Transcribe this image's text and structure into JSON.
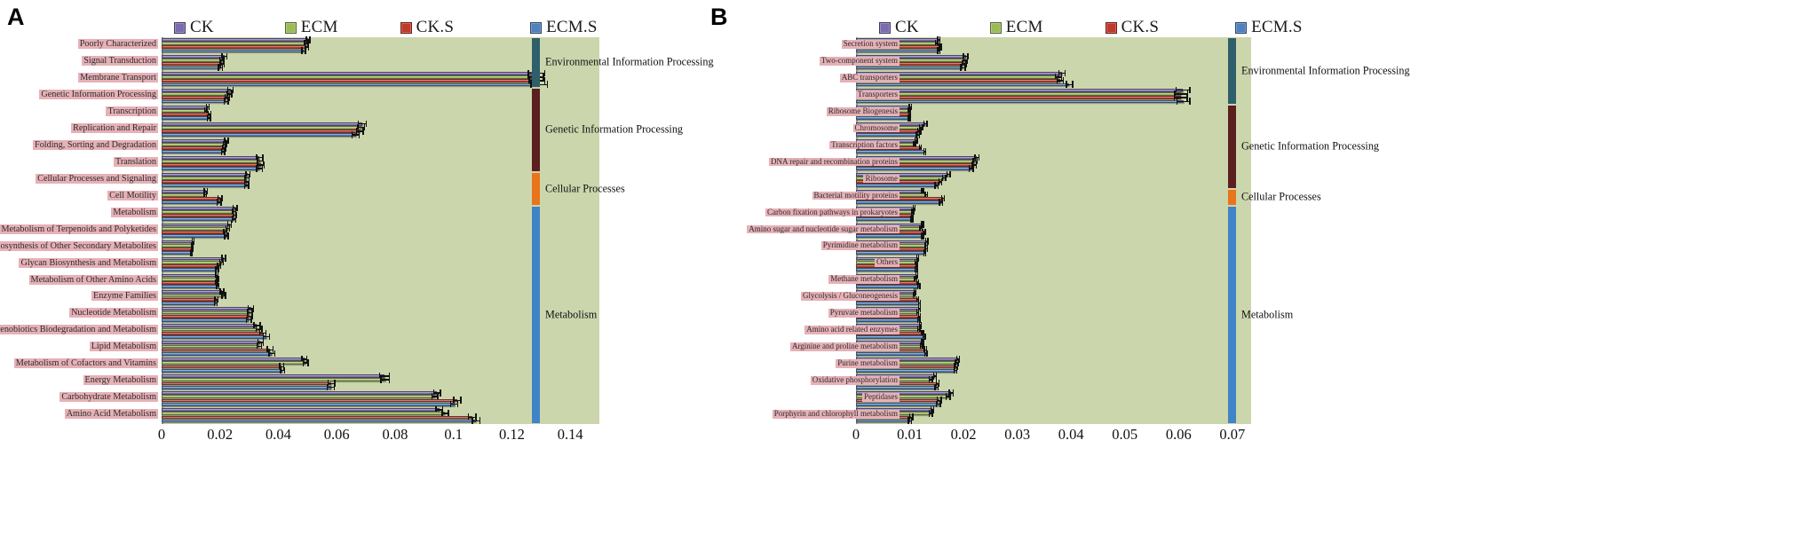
{
  "figure": {
    "panels": [
      {
        "letter": "A",
        "legend": [
          {
            "label": "CK",
            "color": "#7b6cae"
          },
          {
            "label": "ECM",
            "color": "#9bbb59"
          },
          {
            "label": "CK.S",
            "color": "#c0392b"
          },
          {
            "label": "ECM.S",
            "color": "#4f81bd"
          }
        ],
        "chart_data": {
          "type": "bar",
          "orientation": "horizontal",
          "title": "",
          "xlabel": "",
          "ylabel": "",
          "xlim": [
            0,
            0.15
          ],
          "xticks": [
            0,
            0.02,
            0.04,
            0.06,
            0.08,
            0.1,
            0.12,
            0.14
          ],
          "xtick_labels": [
            "0",
            "0.02",
            "0.04",
            "0.06",
            "0.08",
            "0.1",
            "0.12",
            "0.14"
          ],
          "grid": false,
          "legend_position": "top",
          "categories": [
            "Poorly Characterized",
            "Signal Transduction",
            "Membrane Transport",
            "Genetic Information Processing",
            "Transcription",
            "Replication and Repair",
            "Folding, Sorting and Degradation",
            "Translation",
            "Cellular Processes and Signaling",
            "Cell Motility",
            "Metabolism",
            "Metabolism of Terpenoids and Polyketides",
            "Biosynthesis of Other Secondary Metabolites",
            "Glycan Biosynthesis and Metabolism",
            "Metabolism of Other Amino Acids",
            "Enzyme Families",
            "Nucleotide Metabolism",
            "Xenobiotics Biodegradation and Metabolism",
            "Lipid Metabolism",
            "Metabolism of Cofactors and Vitamins",
            "Energy Metabolism",
            "Carbohydrate Metabolism",
            "Amino Acid Metabolism"
          ],
          "series": [
            {
              "name": "CK",
              "color": "#7b6cae",
              "values": [
                0.0502,
                0.0215,
                0.1285,
                0.0236,
                0.0158,
                0.0688,
                0.0222,
                0.0336,
                0.0296,
                0.0151,
                0.0252,
                0.0233,
                0.0108,
                0.0213,
                0.0189,
                0.0207,
                0.0306,
                0.0327,
                0.0339,
                0.0489,
                0.0764,
                0.0944,
                0.0952
              ],
              "errors": [
                0.0008,
                0.001,
                0.003,
                0.0011,
                0.0007,
                0.0016,
                0.0008,
                0.0013,
                0.0009,
                0.0007,
                0.0009,
                0.0008,
                0.0005,
                0.0008,
                0.0006,
                0.0008,
                0.0011,
                0.0013,
                0.0011,
                0.001,
                0.0019,
                0.0013,
                0.0014
              ]
            },
            {
              "name": "ECM",
              "color": "#9bbb59",
              "values": [
                0.0496,
                0.0206,
                0.1282,
                0.0233,
                0.0151,
                0.0684,
                0.0217,
                0.0338,
                0.0293,
                0.015,
                0.0249,
                0.0227,
                0.0106,
                0.0206,
                0.0192,
                0.0213,
                0.0303,
                0.0334,
                0.0335,
                0.0494,
                0.0766,
                0.0936,
                0.0972
              ],
              "errors": [
                0.0008,
                0.0009,
                0.0028,
                0.001,
                0.0006,
                0.0014,
                0.0007,
                0.0012,
                0.0009,
                0.0006,
                0.0008,
                0.0008,
                0.0005,
                0.0008,
                0.0006,
                0.0008,
                0.001,
                0.0012,
                0.001,
                0.001,
                0.0017,
                0.0012,
                0.0013
              ]
            },
            {
              "name": "CK.S",
              "color": "#c0392b",
              "values": [
                0.0497,
                0.0208,
                0.1286,
                0.0225,
                0.0164,
                0.0679,
                0.0214,
                0.034,
                0.0292,
                0.02,
                0.025,
                0.0218,
                0.0104,
                0.0197,
                0.0189,
                0.0188,
                0.0302,
                0.0347,
                0.0372,
                0.0412,
                0.0582,
                0.1013,
                0.1064
              ],
              "errors": [
                0.0008,
                0.0009,
                0.0029,
                0.0009,
                0.0007,
                0.0014,
                0.0007,
                0.0013,
                0.0009,
                0.0009,
                0.0008,
                0.0007,
                0.0005,
                0.0007,
                0.0006,
                0.0007,
                0.001,
                0.0013,
                0.0012,
                0.0009,
                0.0014,
                0.0014,
                0.0015
              ]
            },
            {
              "name": "ECM.S",
              "color": "#4f81bd",
              "values": [
                0.0487,
                0.0202,
                0.1294,
                0.0221,
                0.0162,
                0.0665,
                0.0211,
                0.0335,
                0.0291,
                0.0197,
                0.0248,
                0.0222,
                0.0103,
                0.019,
                0.0193,
                0.0186,
                0.0299,
                0.0359,
                0.0378,
                0.0414,
                0.058,
                0.1003,
                0.1078
              ],
              "errors": [
                0.0008,
                0.0009,
                0.003,
                0.0009,
                0.0007,
                0.0014,
                0.0007,
                0.0012,
                0.0009,
                0.0009,
                0.0008,
                0.0008,
                0.0005,
                0.0007,
                0.0006,
                0.0007,
                0.001,
                0.0013,
                0.0012,
                0.0009,
                0.0014,
                0.0014,
                0.0015
              ]
            }
          ],
          "category_groups": [
            {
              "label": "Environmental Information Processing",
              "color": "#2e5f6b",
              "start_index": 0,
              "end_index": 2
            },
            {
              "label": "Genetic Information Processing",
              "color": "#5c1f1f",
              "start_index": 3,
              "end_index": 7
            },
            {
              "label": "Cellular Processes",
              "color": "#e8741b",
              "start_index": 8,
              "end_index": 9
            },
            {
              "label": "Metabolism",
              "color": "#3f84c6",
              "start_index": 10,
              "end_index": 22
            }
          ]
        }
      },
      {
        "letter": "B",
        "legend": [
          {
            "label": "CK",
            "color": "#7b6cae"
          },
          {
            "label": "ECM",
            "color": "#9bbb59"
          },
          {
            "label": "CK.S",
            "color": "#c0392b"
          },
          {
            "label": "ECM.S",
            "color": "#4f81bd"
          }
        ],
        "chart_data": {
          "type": "bar",
          "orientation": "horizontal",
          "title": "",
          "xlabel": "",
          "ylabel": "",
          "xlim": [
            0,
            0.0735
          ],
          "xticks": [
            0,
            0.01,
            0.02,
            0.03,
            0.04,
            0.05,
            0.06,
            0.07
          ],
          "xtick_labels": [
            "0",
            "0.01",
            "0.02",
            "0.03",
            "0.04",
            "0.05",
            "0.06",
            "0.07"
          ],
          "grid": false,
          "legend_position": "top",
          "categories": [
            "Secretion system",
            "Two-component system",
            "ABC transporters",
            "Transporters",
            "Ribosome Biogenesis",
            "Chromosome",
            "Transcription factors",
            "DNA repair and recombination proteins",
            "Ribosome",
            "Bacterial motility proteins",
            "Carbon fixation pathways in prokaryotes",
            "Amino sugar and nucleotide sugar metabolism",
            "Pyrimidine metabolism",
            "Others",
            "Methane metabolism",
            "Glycolysis / Gluconeogenesis",
            "Pyruvate metabolism",
            "Amino acid related enzymes",
            "Arginine and proline metabolism",
            "Purine metabolism",
            "Oxidative phosphorylation",
            "Peptidases",
            "Porphyrin and chlorophyll metabolism"
          ],
          "series": [
            {
              "name": "CK",
              "color": "#7b6cae",
              "values": [
                0.0154,
                0.0204,
                0.0383,
                0.0608,
                0.0101,
                0.0129,
                0.0112,
                0.0225,
                0.0172,
                0.0124,
                0.0108,
                0.0124,
                0.0132,
                0.0115,
                0.0113,
                0.011,
                0.0118,
                0.012,
                0.0124,
                0.019,
                0.0147,
                0.0177,
                0.0142
              ],
              "errors": [
                0.0003,
                0.0005,
                0.0007,
                0.0014,
                0.0003,
                0.0004,
                0.0003,
                0.0005,
                0.0004,
                0.0003,
                0.0003,
                0.0003,
                0.0003,
                0.0003,
                0.0003,
                0.0003,
                0.0003,
                0.0003,
                0.0003,
                0.0004,
                0.0004,
                0.0005,
                0.0004
              ]
            },
            {
              "name": "ECM",
              "color": "#9bbb59",
              "values": [
                0.015,
                0.0203,
                0.0377,
                0.0605,
                0.0099,
                0.0121,
                0.0109,
                0.0222,
                0.0164,
                0.0131,
                0.0106,
                0.0121,
                0.0131,
                0.0112,
                0.0111,
                0.0108,
                0.0115,
                0.0117,
                0.0122,
                0.0188,
                0.0139,
                0.0171,
                0.0139
              ],
              "errors": [
                0.0003,
                0.0005,
                0.0007,
                0.0013,
                0.0003,
                0.0004,
                0.0003,
                0.0005,
                0.0004,
                0.0003,
                0.0003,
                0.0003,
                0.0003,
                0.0003,
                0.0003,
                0.0003,
                0.0003,
                0.0003,
                0.0003,
                0.0004,
                0.0004,
                0.0005,
                0.0004
              ]
            },
            {
              "name": "CK.S",
              "color": "#c0392b",
              "values": [
                0.0157,
                0.0201,
                0.038,
                0.0604,
                0.01,
                0.0118,
                0.012,
                0.022,
                0.0157,
                0.0162,
                0.0105,
                0.0127,
                0.0131,
                0.0113,
                0.0115,
                0.0115,
                0.0118,
                0.0124,
                0.0129,
                0.0186,
                0.0152,
                0.0155,
                0.0103
              ],
              "errors": [
                0.0003,
                0.0005,
                0.0007,
                0.0013,
                0.0003,
                0.0004,
                0.0003,
                0.0005,
                0.0004,
                0.0004,
                0.0003,
                0.0003,
                0.0003,
                0.0003,
                0.0003,
                0.0003,
                0.0003,
                0.0003,
                0.0003,
                0.0004,
                0.0004,
                0.0005,
                0.0004
              ]
            },
            {
              "name": "ECM.S",
              "color": "#4f81bd",
              "values": [
                0.0154,
                0.0199,
                0.0397,
                0.0609,
                0.0099,
                0.0115,
                0.0128,
                0.0214,
                0.015,
                0.0158,
                0.0104,
                0.0124,
                0.0128,
                0.0112,
                0.0117,
                0.0118,
                0.0117,
                0.0127,
                0.013,
                0.0185,
                0.015,
                0.0153,
                0.01
              ],
              "errors": [
                0.0003,
                0.0005,
                0.0007,
                0.0013,
                0.0003,
                0.0004,
                0.0003,
                0.0005,
                0.0004,
                0.0004,
                0.0003,
                0.0003,
                0.0003,
                0.0003,
                0.0003,
                0.0003,
                0.0003,
                0.0003,
                0.0003,
                0.0004,
                0.0004,
                0.0005,
                0.0004
              ]
            }
          ],
          "category_groups": [
            {
              "label": "Environmental Information Processing",
              "color": "#2e5f6b",
              "start_index": 0,
              "end_index": 3
            },
            {
              "label": "Genetic Information Processing",
              "color": "#5c1f1f",
              "start_index": 4,
              "end_index": 8
            },
            {
              "label": "Cellular Processes",
              "color": "#e8741b",
              "start_index": 9,
              "end_index": 9
            },
            {
              "label": "Metabolism",
              "color": "#3f84c6",
              "start_index": 10,
              "end_index": 22
            }
          ]
        }
      }
    ]
  }
}
